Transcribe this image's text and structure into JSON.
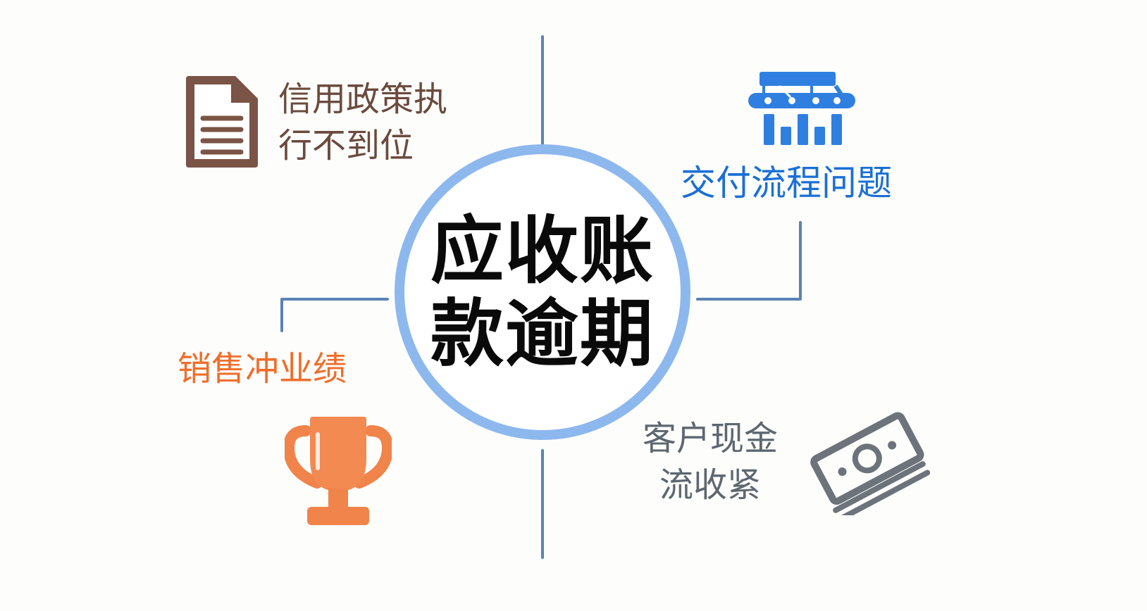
{
  "diagram": {
    "type": "hub-and-spoke cause diagram",
    "center": {
      "line1": "应收账",
      "line2": "款逾期",
      "ring_color": "#8db8ee",
      "text_color": "#0a0a0a"
    },
    "connector_color": "#5b82b4",
    "factors": [
      {
        "id": "credit",
        "position": "top-left",
        "line1": "信用政策执",
        "line2": "行不到位",
        "icon": "document-icon",
        "color": "#6b4a3e"
      },
      {
        "id": "delivery",
        "position": "top-right",
        "line1": "交付流程问题",
        "icon": "conveyor-delivery-icon",
        "color": "#1a6fd6"
      },
      {
        "id": "sales",
        "position": "bottom-left",
        "line1": "销售冲业绩",
        "icon": "trophy-icon",
        "color": "#f06d2a"
      },
      {
        "id": "cash",
        "position": "bottom-right",
        "line1": "客户现金",
        "line2": "流收紧",
        "icon": "money-stack-icon",
        "color": "#5d6770"
      }
    ]
  }
}
